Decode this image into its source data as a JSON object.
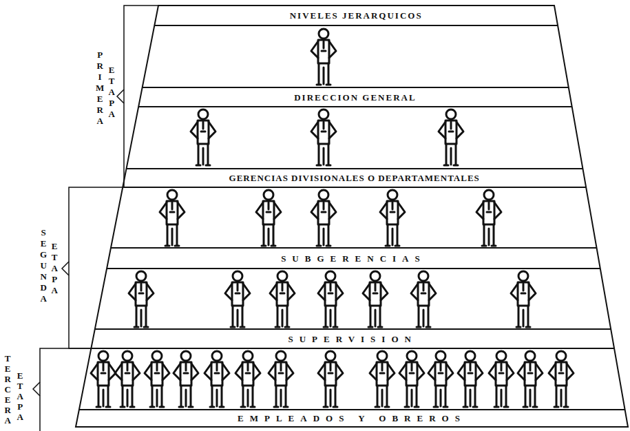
{
  "diagram": {
    "title": "NIVELES JERARQUICOS",
    "nodes": [
      {
        "text": [
          "DIRECCION GENERAL"
        ]
      },
      {
        "text": [
          "GERENCIAS DIVISIONALES O DEPARTAMENTALES"
        ]
      },
      {
        "text": [
          "SUBGERENCIAS"
        ]
      },
      {
        "text": [
          "SUPERVISION"
        ]
      },
      {
        "text": [
          "EMPLEADOS Y OBREROS"
        ]
      }
    ],
    "labels": [
      "PRIMERA",
      "ETAPA",
      "SEGUNDA",
      "ETAPA",
      "TERCERA",
      "ETAPA"
    ]
  }
}
